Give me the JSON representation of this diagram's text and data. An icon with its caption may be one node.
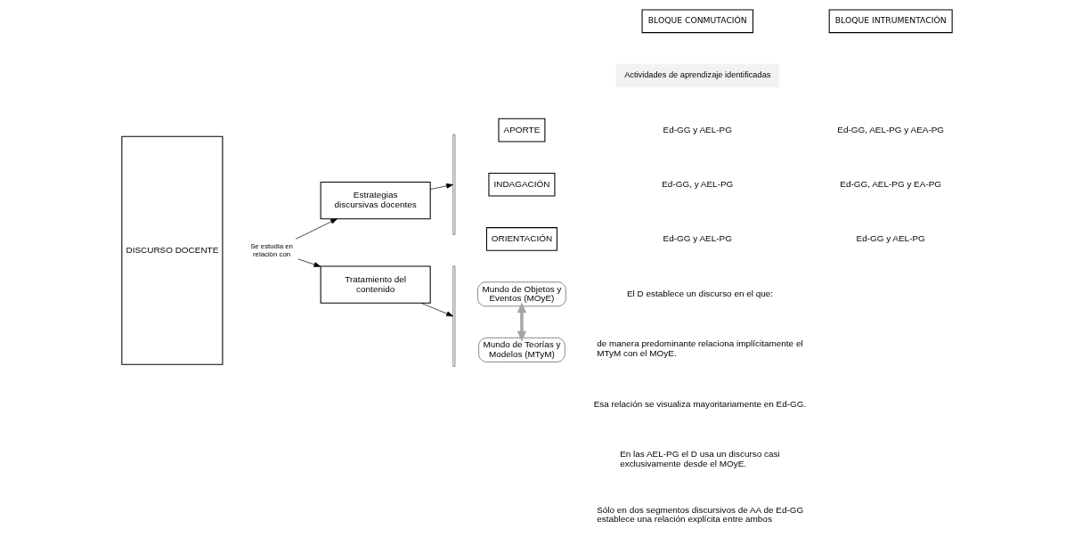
{
  "diagram": {
    "nodes": [
      {
        "text": [
          "DISCURSO DOCENTE"
        ]
      },
      {
        "text": [
          "Se estudia en relación con"
        ]
      },
      {
        "text": [
          "Estrategias discursivas docentes"
        ]
      },
      {
        "text": [
          "Tratamiento del contenido"
        ]
      },
      {
        "text": [],
        "shape": "brace"
      },
      {
        "text": [],
        "shape": "brace"
      },
      {
        "text": [
          "APORTE"
        ]
      },
      {
        "text": [
          "INDAGACIÓN"
        ]
      },
      {
        "text": [
          "ORIENTACIÓN"
        ]
      },
      {
        "text": [
          "Mundo de Objetos y Eventos (MOyE)"
        ]
      },
      {
        "text": [
          "Mundo de Teorías y Modelos (MTyM)"
        ]
      },
      {
        "text": [
          "BLOQUE CONMUTACIÓN"
        ]
      },
      {
        "text": [
          "BLOQUE INTRUMENTACIÓN"
        ]
      },
      {
        "text": [
          "Actividades de aprendizaje identificadas"
        ]
      }
    ],
    "edges": [
      {
        "from": 1,
        "to": 2,
        "arrow": "to"
      },
      {
        "from": 1,
        "to": 3,
        "arrow": "to"
      },
      {
        "from": 2,
        "to": 4,
        "arrow": "to"
      },
      {
        "from": 3,
        "to": 5,
        "arrow": "to"
      },
      {
        "from": 9,
        "to": 10,
        "arrow": "both",
        "style": "thick",
        "color": "#a6a6a6"
      }
    ],
    "labels": [
      "Ed-GG y AEL-PG",
      "Ed-GG, AEL-PG y AEA-PG",
      "Ed-GG, y AEL-PG",
      "Ed-GG, AEL-PG y EA-PG",
      "Ed-GG y AEL-PG",
      "Ed-GG y AEL-PG",
      "El D establece un discurso en el que:",
      "de manera predominante relaciona implícitamente el MTyM con el MOyE.",
      "Esa relación se visualiza mayoritariamente en Ed-GG.",
      "En las AEL-PG el D usa un discurso casi exclusivamente desde el MOyE.",
      "Sólo en dos segmentos discursivos de AA de Ed-GG establece una relación explícita entre ambos"
    ]
  }
}
